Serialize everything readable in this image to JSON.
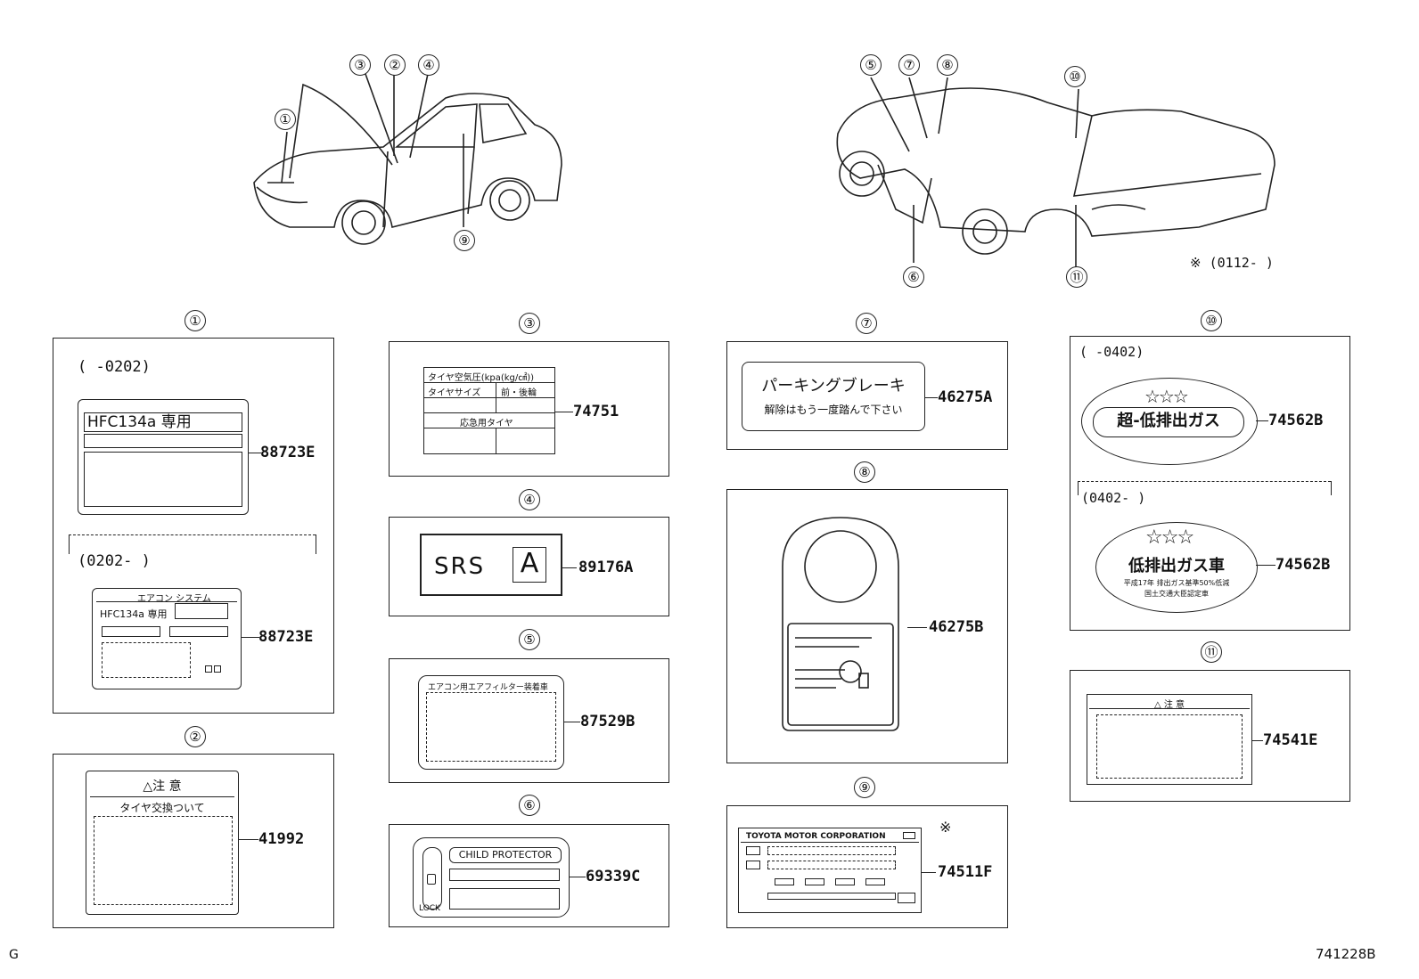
{
  "callouts": {
    "c1": "①",
    "c2": "②",
    "c3": "③",
    "c4": "④",
    "c5": "⑤",
    "c6": "⑥",
    "c7": "⑦",
    "c8": "⑧",
    "c9": "⑨",
    "c10": "⑩",
    "c11": "⑪"
  },
  "top_note": "※ (0112-      )",
  "footer": {
    "left": "G",
    "right": "741228B"
  },
  "panel1": {
    "range_a": "(      -0202)",
    "range_b": "(0202-       )",
    "label_a_text": "HFC134a 専用",
    "label_b_header": "エアコン システム",
    "label_b_text": "HFC134a 専用",
    "part_a": "88723E",
    "part_b": "88723E"
  },
  "panel2": {
    "header": "△注 意",
    "subheader": "タイヤ交換ついて",
    "part": "41992"
  },
  "panel3": {
    "header": "タイヤ空気圧(kpa(kg/㎠))",
    "col1": "タイヤサイズ",
    "col2": "前・後輪",
    "row3": "応急用タイヤ",
    "part": "74751"
  },
  "panel4": {
    "text": "SRS",
    "boxed": "A",
    "part": "89176A"
  },
  "panel5": {
    "header": "エアコン用エアフィルター装着車",
    "part": "87529B"
  },
  "panel6": {
    "header": "CHILD PROTECTOR",
    "lock": "LOCK",
    "part": "69339C"
  },
  "panel7": {
    "line1": "パーキングブレーキ",
    "line2": "解除はもう一度踏んで下さい",
    "part": "46275A"
  },
  "panel8": {
    "part": "46275B"
  },
  "panel9": {
    "header": "TOYOTA MOTOR CORPORATION",
    "mark": "※",
    "part": "74511F"
  },
  "panel10": {
    "range_a": "(      -0402)",
    "range_b": "(0402-       )",
    "label_a": "超-低排出ガス",
    "label_b": "低排出ガス車",
    "label_b_sub1": "平成17年 排出ガス基準50%低減",
    "label_b_sub2": "国土交通大臣認定車",
    "part_a": "74562B",
    "part_b": "74562B"
  },
  "panel11": {
    "header": "△ 注  意",
    "part": "74541E"
  }
}
